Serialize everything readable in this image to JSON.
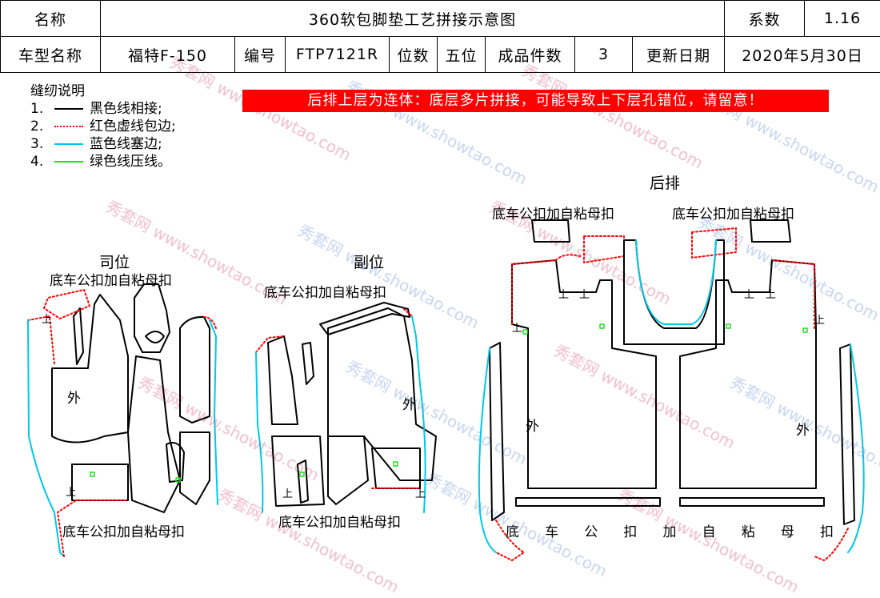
{
  "header": {
    "name_label": "名称",
    "doc_title": "360软包脚垫工艺拼接示意图",
    "coef_label": "系数",
    "coef_value": "1.16",
    "model_label": "车型名称",
    "model_value": "福特F-150",
    "code_label": "编号",
    "code_value": "FTP7121R",
    "seats_label": "位数",
    "seats_value": "五位",
    "count_label": "成品件数",
    "count_value": "3",
    "date_label": "更新日期",
    "date_value": "2020年5月30日"
  },
  "legend": {
    "title": "缝纫说明",
    "items": [
      {
        "num": "1.",
        "text": "黑色线相接;",
        "color": "#000000",
        "style": "solid"
      },
      {
        "num": "2.",
        "text": "红色虚线包边;",
        "color": "#ff0000",
        "style": "dotted"
      },
      {
        "num": "3.",
        "text": "蓝色线塞边;",
        "color": "#00c8e8",
        "style": "solid"
      },
      {
        "num": "4.",
        "text": "绿色线压线。",
        "color": "#22dd22",
        "style": "solid"
      }
    ]
  },
  "warning": "后排上层为连体：底层多片拼接，可能导致上下层孔错位，请留意！",
  "sections": {
    "driver": "司位",
    "passenger": "副位",
    "rear": "后排"
  },
  "notes": {
    "fastener": "底车公扣加自粘母扣",
    "outer": "外",
    "top": "上",
    "rear_bottom_chars": [
      "底",
      "车",
      "公",
      "扣",
      "加",
      "自",
      "粘",
      "母",
      "扣"
    ]
  },
  "watermark": {
    "brand": "秀套网",
    "url": "www.showtao.com"
  },
  "colors": {
    "sew": "#000000",
    "bind": "#ff0000",
    "tuck": "#00c8e8",
    "press": "#22dd22",
    "warning_bg": "#ff0000"
  }
}
